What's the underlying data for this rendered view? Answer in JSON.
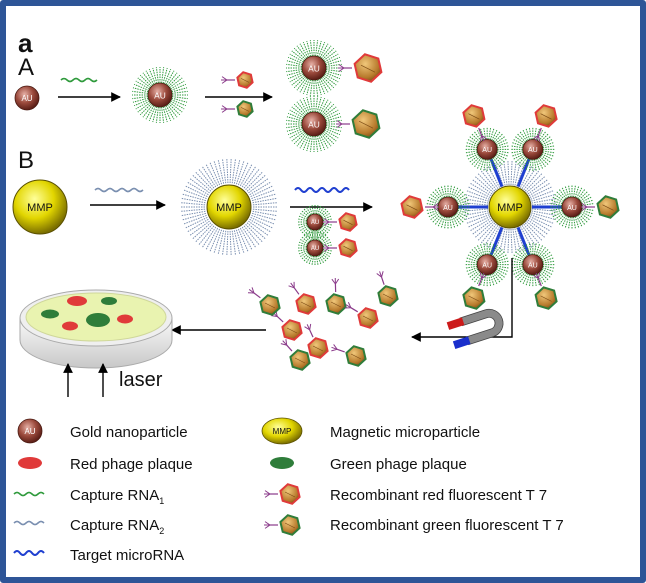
{
  "panel_label": "a",
  "row_a_label": "A",
  "row_b_label": "B",
  "au_text": "AU",
  "mmp_text": "MMP",
  "laser_text": "laser",
  "legend": {
    "gold": "Gold nanoparticle",
    "mmp": "Magnetic microparticle",
    "red_plaque": "Red phage plaque",
    "green_plaque": "Green phage plaque",
    "capture1": "Capture RNA",
    "capture1_sub": "1",
    "capture2": "Capture RNA",
    "capture2_sub": "2",
    "red_t7": "Recombinant red fluorescent T 7",
    "green_t7": "Recombinant green fluorescent T 7",
    "target": "Target microRNA"
  },
  "colors": {
    "frame": "#2e5597",
    "gold_particle": "#8b3a2f",
    "mmp": "#d8d000",
    "capture_green": "#2f9a3c",
    "capture_blue": "#7a8fb0",
    "target_blue": "#1f3fd0",
    "red_plaque": "#e03a3a",
    "green_plaque": "#2f7d3a",
    "phage_body": "#c88a3a"
  }
}
